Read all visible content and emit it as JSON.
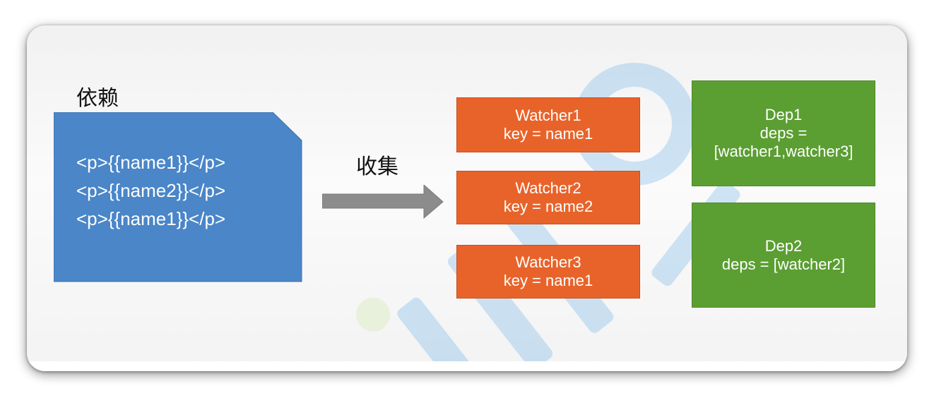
{
  "document_block": {
    "heading": "依赖",
    "lines": [
      "<p>{{name1}}</p>",
      "<p>{{name2}}</p>",
      "<p>{{name1}}</p>"
    ]
  },
  "arrow": {
    "label": "收集"
  },
  "watchers": [
    {
      "title": "Watcher1",
      "key": "key = name1"
    },
    {
      "title": "Watcher2",
      "key": "key = name2"
    },
    {
      "title": "Watcher3",
      "key": "key = name1"
    }
  ],
  "deps": [
    {
      "title": "Dep1",
      "line1": "deps =",
      "line2": "[watcher1,watcher3]"
    },
    {
      "title": "Dep2",
      "line1": "deps = [watcher2]"
    }
  ],
  "colors": {
    "document": "#4a86c8",
    "arrow": "#8c8c8c",
    "watcher": "#e8632a",
    "dep": "#5b9e32",
    "watermark_blue": "#5aa9e6",
    "watermark_green": "#c5e59a"
  }
}
